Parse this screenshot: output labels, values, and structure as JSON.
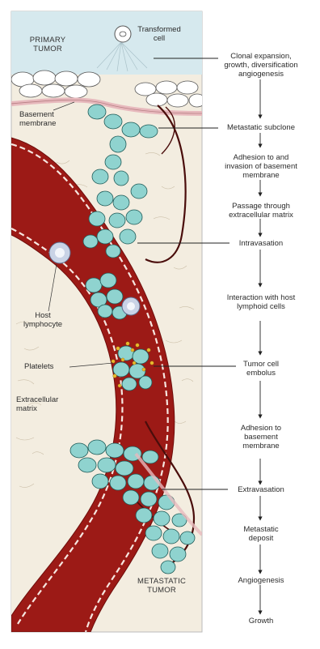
{
  "diagram": {
    "labels": {
      "primary_tumor": "PRIMARY\nTUMOR",
      "transformed_cell": "Transformed\ncell",
      "basement_membrane": "Basement\nmembrane",
      "host_lymphocyte": "Host\nlymphocyte",
      "platelets": "Platelets",
      "extracellular_matrix": "Extracellular\nmatrix",
      "metastatic_tumor": "METASTATIC\nTUMOR"
    },
    "steps": [
      "Clonal expansion,\ngrowth, diversification\nangiogenesis",
      "Metastatic subclone",
      "Adhesion to and\ninvasion of basement\nmembrane",
      "Passage through\nextracellular matrix",
      "Intravasation",
      "Interaction with host\nlymphoid cells",
      "Tumor cell\nembolus",
      "Adhesion to\nbasement\nmembrane",
      "Extravasation",
      "Metastatic\ndeposit",
      "Angiogenesis",
      "Growth"
    ],
    "colors": {
      "vessel": "#9c1a16",
      "vessel_dark": "#6e0d0b",
      "tissue": "#f3ede0",
      "primary_bg": "#d6e9ee",
      "tumor_cell": "#8fd3cf",
      "membrane": "#e7b9bd"
    }
  }
}
